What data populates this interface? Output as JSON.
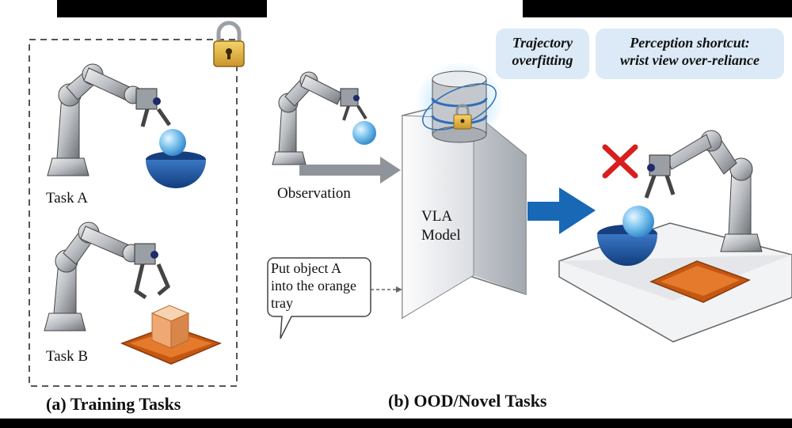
{
  "training": {
    "task_a_label": "Task A",
    "task_b_label": "Task B",
    "caption": "(a) Training Tasks"
  },
  "novel": {
    "observation_label": "Observation",
    "instruction_lines": [
      "Put object A",
      "into the orange",
      "tray"
    ],
    "model_lines": [
      "VLA",
      "Model"
    ],
    "caption": "(b) OOD/Novel Tasks"
  },
  "callouts": {
    "trajectory": [
      "Trajectory",
      "overfitting"
    ],
    "perception": [
      "Perception shortcut:",
      "wrist view over-reliance"
    ]
  },
  "icons": {
    "lock": "padlock-icon",
    "failure": "red-x-icon",
    "database": "database-icon"
  },
  "colors": {
    "bowl": "#1f56a3",
    "sphere": "#6fb8ea",
    "tray": "#e06a1c",
    "cube": "#f3b98a",
    "arrow_blue": "#1868b5",
    "callout_bg": "#dceaf7",
    "fail_red": "#d81e1e"
  }
}
